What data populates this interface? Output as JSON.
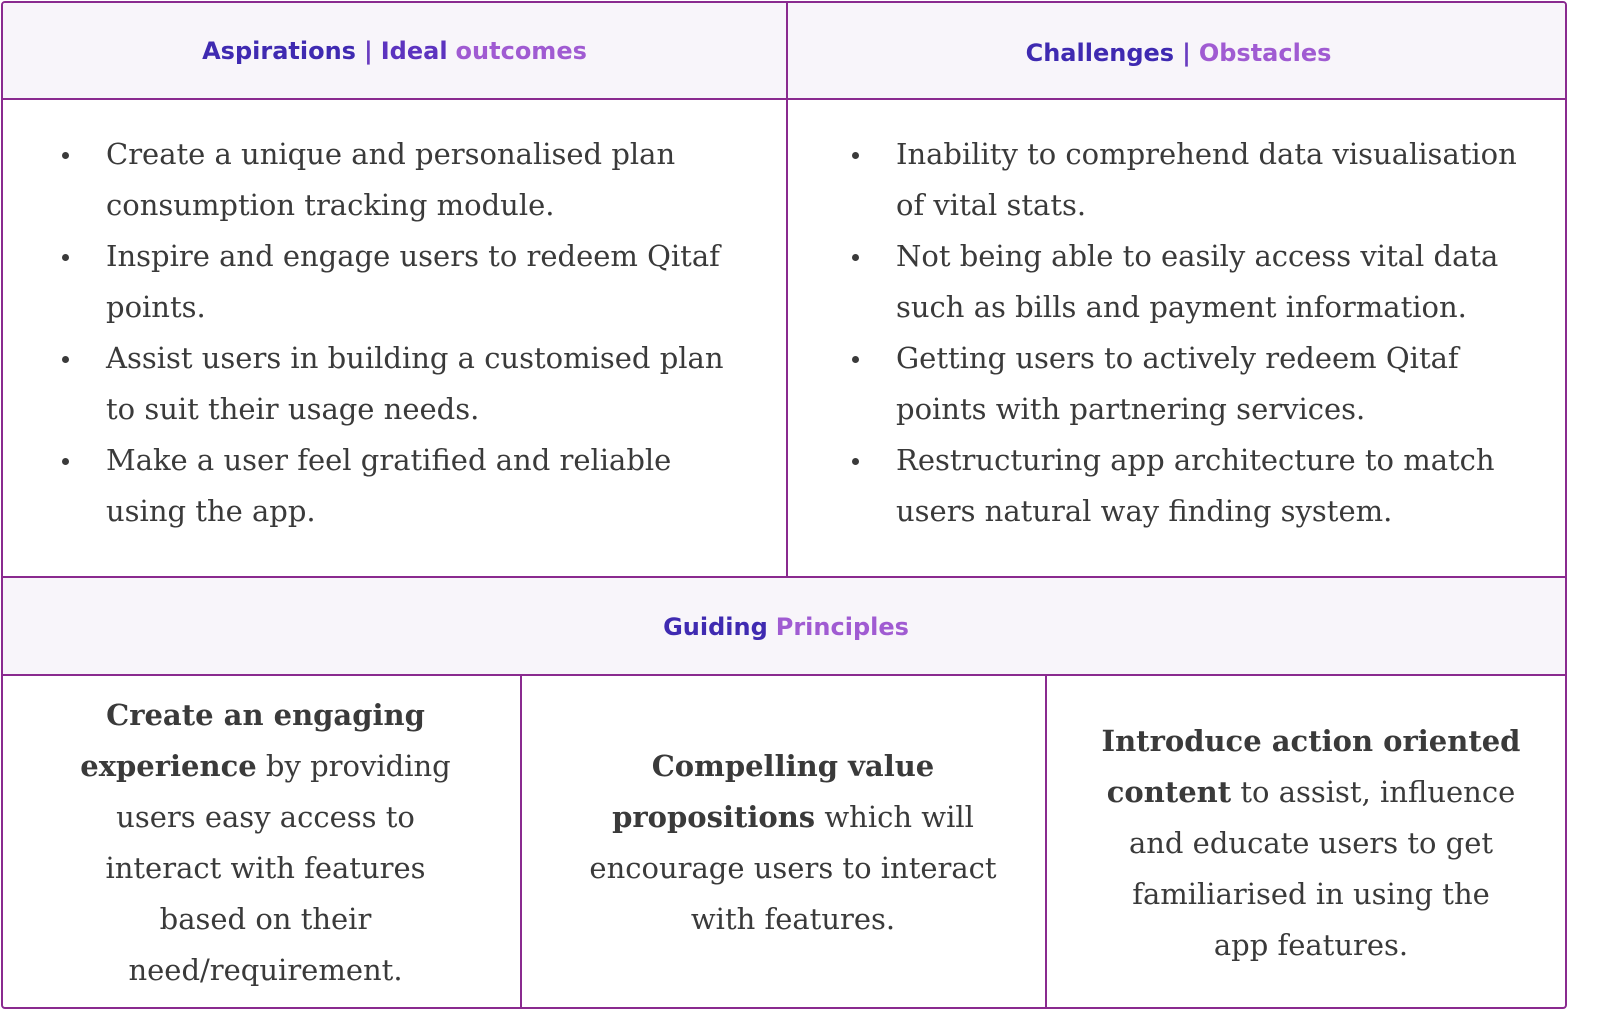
{
  "aspirations": {
    "title_part1": "Aspirations",
    "title_sep": "|",
    "title_part2": "Ideal",
    "title_part3": "outcomes",
    "items": [
      "Create a unique and personalised plan consumption tracking module.",
      "Inspire and engage users to redeem Qitaf points.",
      "Assist users in building a customised plan to suit their usage needs.",
      "Make a user feel gratified and reliable using the app."
    ]
  },
  "challenges": {
    "title_part1": "Challenges",
    "title_sep": "|",
    "title_part2": "Obstacles",
    "items": [
      "Inability to comprehend data visualisation of vital stats.",
      "Not being able to easily access vital data such as bills and payment information.",
      "Getting users to actively redeem Qitaf points with partnering services.",
      "Restructuring app architecture to match users natural way finding system."
    ]
  },
  "guiding": {
    "title_part1": "Guiding",
    "title_part2": "Principles",
    "principles": [
      {
        "bold": "Create an engaging experience",
        "rest": " by providing users easy access to interact with features based on their need/requirement."
      },
      {
        "bold": "Compelling value propositions",
        "rest": " which will encourage users to interact with features."
      },
      {
        "bold": "Introduce action oriented content",
        "rest": " to assist, influence and educate users to get familiarised in using the app features."
      }
    ]
  },
  "colors": {
    "border": "#8a2a8f",
    "header_bg": "#f8f5fa",
    "title_dark": "#3f2ab1",
    "title_light": "#a05bd2",
    "body_text": "#3a3a3a"
  }
}
